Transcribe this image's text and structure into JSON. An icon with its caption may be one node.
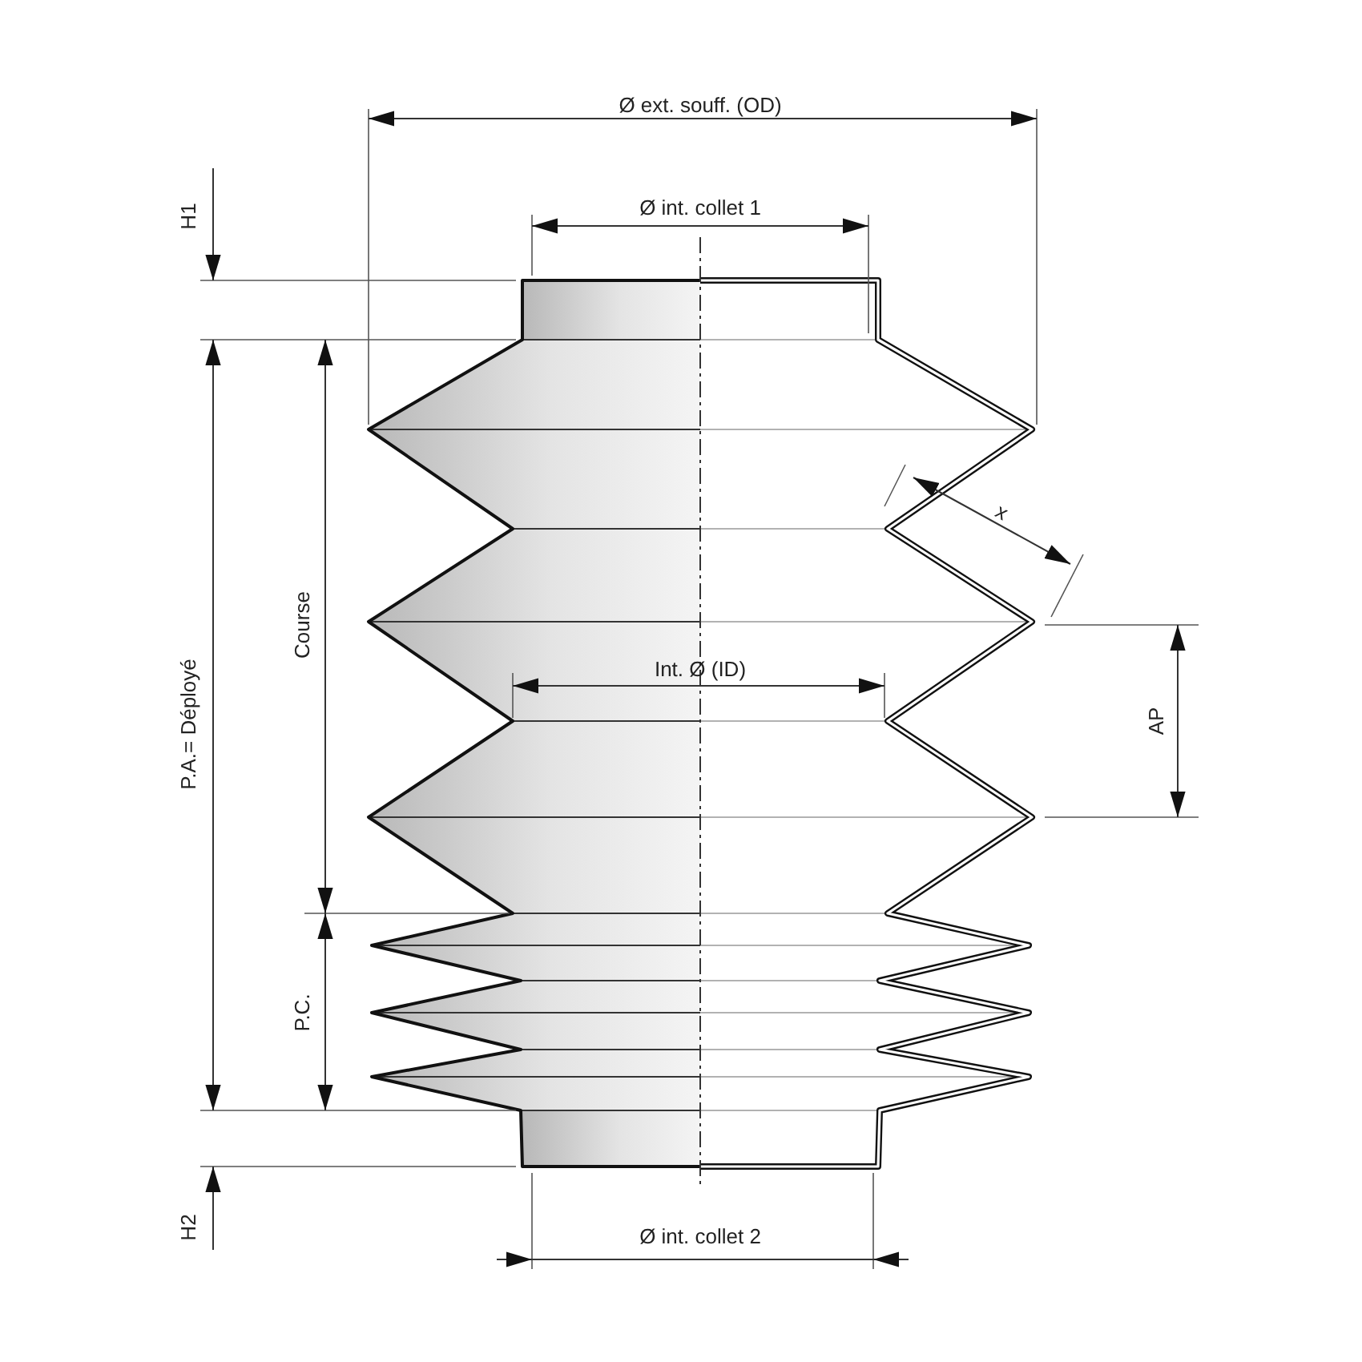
{
  "diagram": {
    "labels": [
      "Ø ext. souff. (OD)",
      "H1",
      "Ø int. collet 1",
      "x",
      "P.A.= Déployé",
      "Course",
      "AP",
      "Int. Ø (ID)",
      "P.C.",
      "H2",
      "Ø int. collet 2"
    ]
  }
}
